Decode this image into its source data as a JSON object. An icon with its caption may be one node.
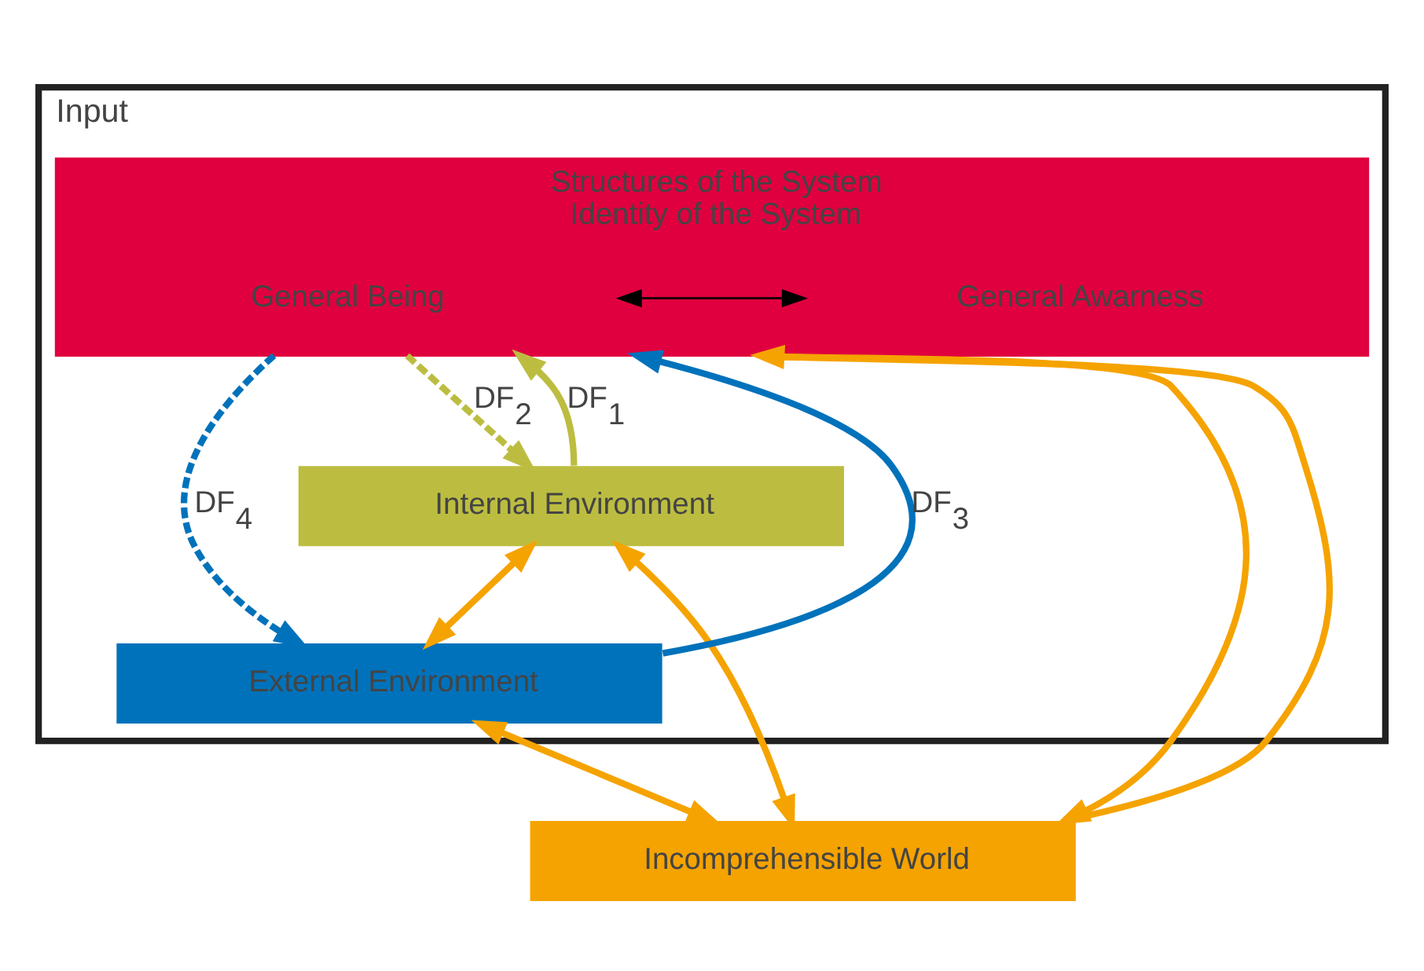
{
  "diagram": {
    "nodes": [
      {
        "text": [
          "Input"
        ]
      },
      {
        "text": [
          "Structures of the System",
          "Identity of the System"
        ],
        "in": 0
      },
      {
        "text": [
          "General Being"
        ],
        "in": 1
      },
      {
        "text": [
          "General Awarness"
        ],
        "in": 1
      },
      {
        "text": [
          "Internal Environment"
        ],
        "in": 0
      },
      {
        "text": [
          "External Environment"
        ],
        "in": 0
      },
      {
        "text": [
          "Incomprehensible World"
        ]
      }
    ],
    "edges": [
      {
        "from": 2,
        "to": 3,
        "arrow": "both",
        "color": "#000000"
      },
      {
        "from": 1,
        "to": 4,
        "arrow": "to",
        "label": "DF$_{2}$",
        "style": "dashed",
        "color": "#bcbd40"
      },
      {
        "from": 1,
        "to": 5,
        "arrow": "to",
        "label": "DF$_{4}$",
        "style": "dashed",
        "color": "#0072bb"
      },
      {
        "from": 1,
        "to": 6,
        "arrow": "to"
      },
      {
        "from": 4,
        "to": 1,
        "arrow": "to",
        "label": "DF$_{1}$",
        "color": "#bcbd40"
      },
      {
        "from": 4,
        "to": 5,
        "arrow": "both"
      },
      {
        "from": 4,
        "to": 6,
        "arrow": "both"
      },
      {
        "from": 5,
        "to": 1,
        "arrow": "to",
        "label": "DF$_{3}$",
        "color": "#0072bb"
      },
      {
        "from": 5,
        "to": 6,
        "arrow": "both"
      },
      {
        "from": 6,
        "to": 1,
        "arrow": "to"
      }
    ]
  }
}
